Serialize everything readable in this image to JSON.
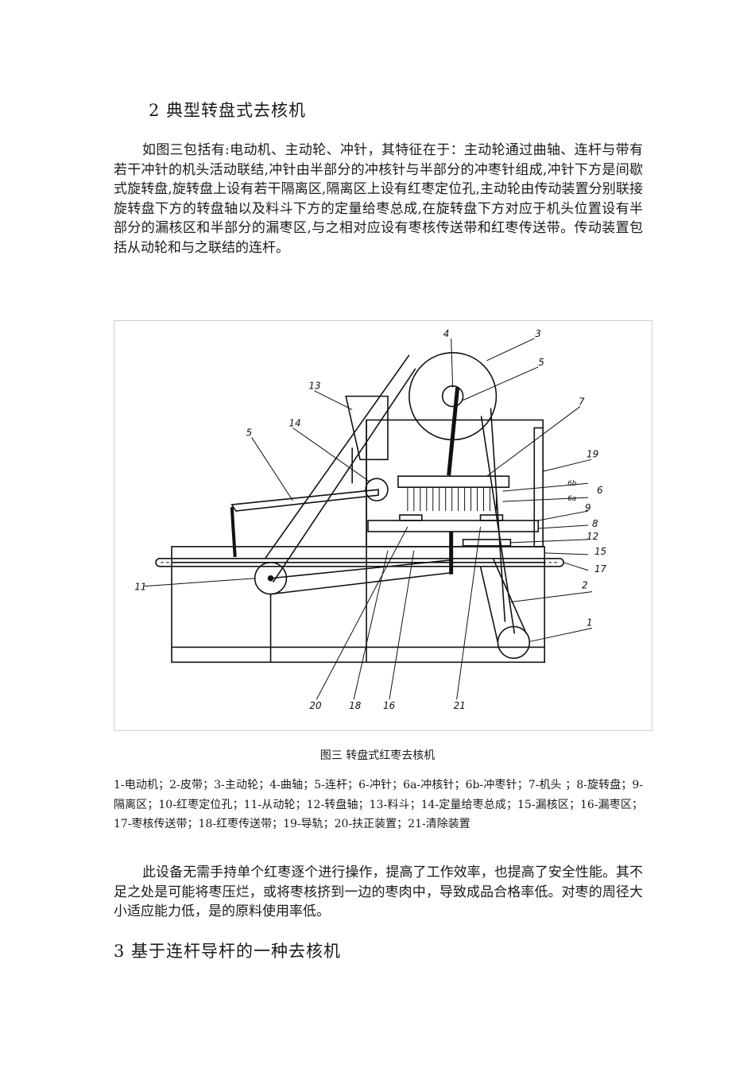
{
  "section2": {
    "heading": "2 典型转盘式去核机",
    "paragraph": "如图三包括有:电动机、主动轮、冲针，其特征在于：主动轮通过曲轴、连杆与带有若干冲针的机头活动联结,冲针由半部分的冲核针与半部分的冲枣针组成,冲针下方是间歇式旋转盘,旋转盘上设有若干隔离区,隔离区上设有红枣定位孔,主动轮由传动装置分别联接旋转盘下方的转盘轴以及料斗下方的定量给枣总成,在旋转盘下方对应于机头位置设有半部分的漏核区和半部分的漏枣区,与之相对应设有枣核传送带和红枣传送带。传动装置包括从动轮和与之联结的连杆。"
  },
  "figure": {
    "labels": [
      "4",
      "3",
      "5",
      "13",
      "7",
      "14",
      "5",
      "19",
      "6b",
      "6",
      "6a",
      "9",
      "8",
      "12",
      "15",
      "17",
      "11",
      "2",
      "1",
      "20",
      "18",
      "16",
      "21"
    ],
    "caption": "图三  转盘式红枣去核机",
    "legend": "1-电动机；2-皮带；3-主动轮；4-曲轴；5-连杆；6-冲针；6a-冲核针；6b-冲枣针；7-机头 ；8-旋转盘；9-隔离区；10-红枣定位孔；11-从动轮；12-转盘轴；13-料斗；14-定量给枣总成；15-漏核区；16-漏枣区；17-枣核传送带；18-红枣传送带；19-导轨；20-扶正装置；21-清除装置"
  },
  "section2_tail": {
    "paragraph": "此设备无需手持单个红枣逐个进行操作，提高了工作效率，也提高了安全性能。其不足之处是可能将枣压烂，或将枣核挤到一边的枣肉中，导致成品合格率低。对枣的周径大小适应能力低，是的原料使用率低。"
  },
  "section3": {
    "heading": "3 基于连杆导杆的一种去核机"
  }
}
